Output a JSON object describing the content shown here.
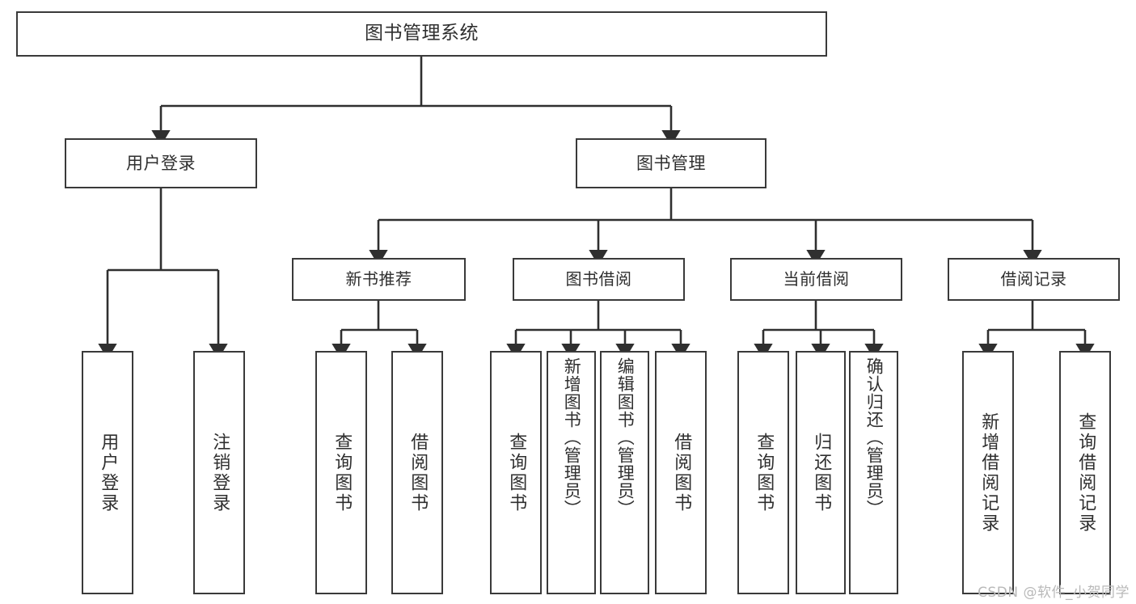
{
  "diagram": {
    "title": "图书管理系统",
    "type": "tree",
    "watermark": "CSDN @软件_小贺同学",
    "colors": {
      "background": "#ffffff",
      "box_border": "#3a3a3a",
      "box_fill": "#ffffff",
      "text": "#2f2f2f",
      "connector": "#2f2f2f",
      "watermark": "#b9b9b9"
    },
    "root": {
      "label": "图书管理系统"
    },
    "level1": [
      {
        "label": "用户登录"
      },
      {
        "label": "图书管理"
      }
    ],
    "level2": [
      {
        "label": "新书推荐"
      },
      {
        "label": "图书借阅"
      },
      {
        "label": "当前借阅"
      },
      {
        "label": "借阅记录"
      }
    ],
    "leaves": {
      "user_login": [
        {
          "label": "用户登录"
        },
        {
          "label": "注销登录"
        }
      ],
      "new_book_recommend": [
        {
          "label": "查询图书"
        },
        {
          "label": "借阅图书"
        }
      ],
      "book_borrow": [
        {
          "label": "查询图书"
        },
        {
          "label": "新增图书（管理员）"
        },
        {
          "label": "编辑图书（管理员）"
        },
        {
          "label": "借阅图书"
        }
      ],
      "current_borrow": [
        {
          "label": "查询图书"
        },
        {
          "label": "归还图书"
        },
        {
          "label": "确认归还（管理员）"
        }
      ],
      "borrow_record": [
        {
          "label": "新增借阅记录"
        },
        {
          "label": "查询借阅记录"
        }
      ]
    }
  }
}
